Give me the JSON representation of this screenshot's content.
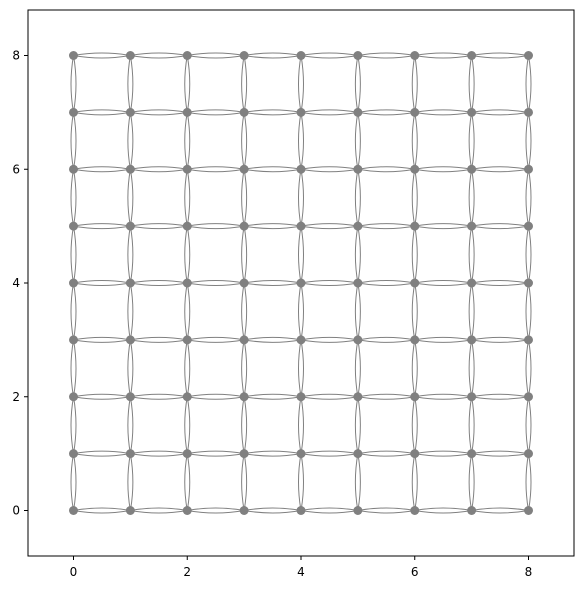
{
  "chart_data": {
    "type": "scatter",
    "description_kind": "grid-graph",
    "title": "",
    "xlabel": "",
    "ylabel": "",
    "grid": false,
    "legend": "none",
    "xlim": [
      -0.8,
      8.8
    ],
    "ylim": [
      -0.8,
      8.8
    ],
    "xticks": [
      0,
      2,
      4,
      6,
      8
    ],
    "yticks": [
      0,
      2,
      4,
      6,
      8
    ],
    "nodes": {
      "x": [
        0,
        1,
        2,
        3,
        4,
        5,
        6,
        7,
        8
      ],
      "y": [
        0,
        1,
        2,
        3,
        4,
        5,
        6,
        7,
        8
      ]
    },
    "edges": "each node connected to its horizontal and vertical neighbors by a pair of curved arcs",
    "colors": {
      "node": "#808080",
      "edge": "#808080",
      "axes": "#000000",
      "background": "#ffffff"
    }
  }
}
